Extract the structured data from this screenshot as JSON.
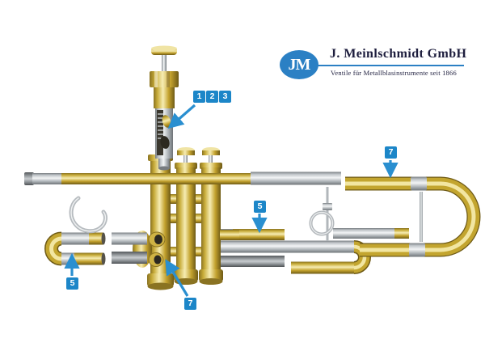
{
  "logo": {
    "monogram": "JM",
    "company": "J. Meinlschmidt GmbH",
    "tagline": "Ventile für Metallblasinstrumente seit 1866",
    "ellipse_color": "#2b80c4",
    "line_color": "#2b80c4",
    "text_color": "#1d1d3d"
  },
  "callouts": {
    "pistons": [
      "1",
      "2",
      "3"
    ],
    "third_slide": "5",
    "main_slide": "5",
    "bell_bow": "7",
    "valve_casing": "7"
  },
  "colors": {
    "callout_bg": "#1c86c8",
    "callout_text": "#ffffff",
    "arrow": "#2a8fd0",
    "brass": "#c7ab38",
    "brass_highlight": "#f6ecb2",
    "silver": "#c0c5c9",
    "background": "#ffffff"
  }
}
